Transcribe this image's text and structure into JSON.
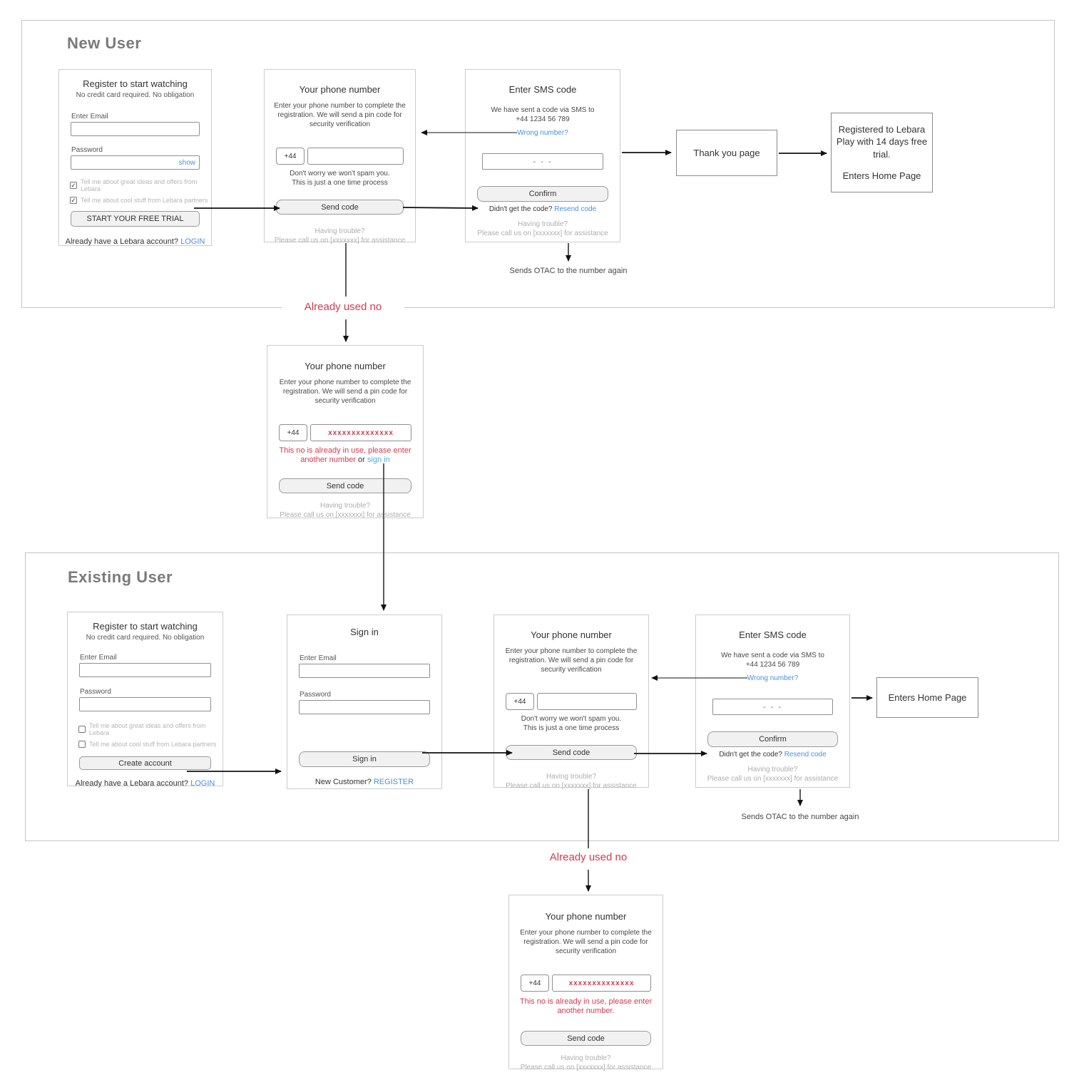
{
  "sections": {
    "new_user": {
      "title": "New User"
    },
    "existing_user": {
      "title": "Existing User"
    }
  },
  "labels": {
    "already_used": "Already used no",
    "sends_otac": "Sends OTAC to the number again"
  },
  "colors": {
    "link_blue": "#4a90e2",
    "link_blue_light": "#50a8e6",
    "error_red": "#d6384f",
    "heading_gray": "#7a7a7a"
  },
  "register_card": {
    "title": "Register to start watching",
    "subtitle": "No credit card required. No obligation",
    "email_label": "Enter Email",
    "password_label": "Password",
    "show_link": "show",
    "checkbox_offers": "Tell me about great ideas and offers from Lebara",
    "checkbox_partners": "Tell me about cool stuff from Lebara partners",
    "cta_new_user": "START YOUR FREE TRIAL",
    "cta_existing_user": "Create account",
    "login_prompt": "Already have a Lebara account?",
    "login_link": "LOGIN"
  },
  "signin_card": {
    "title": "Sign in",
    "email_label": "Enter Email",
    "password_label": "Password",
    "signin_button": "Sign in",
    "new_customer_prompt": "New Customer?",
    "register_link": "REGISTER"
  },
  "phone_card": {
    "title": "Your phone number",
    "description": "Enter your phone number to complete the registration. We will send a pin code for security verification",
    "prefix": "+44",
    "masked_value": "xxxxxxxxxxxxxx",
    "note_line1": "Don't worry we won't spam you.",
    "note_line2": "This is just a one time process",
    "send_button": "Send code",
    "error_text": "This no is already in use, please enter another number",
    "error_or": "or",
    "error_signin_link": "sign in",
    "error_text_full": "This no is already in use, please enter another number.",
    "help_line1": "Having trouble?",
    "help_line2": "Please call us on [xxxxxxx] for assistance"
  },
  "sms_card": {
    "title": "Enter SMS code",
    "sent_line1": "We have sent a code via SMS to",
    "sent_line2": "+44 1234 56 789",
    "wrong_number_link": "Wrong number?",
    "code_placeholder": "- - -",
    "confirm_button": "Confirm",
    "resend_prompt": "Didn't get the code?",
    "resend_link": "Resend code",
    "help_line1": "Having trouble?",
    "help_line2": "Please call us on [xxxxxxx] for assistance"
  },
  "flow_boxes": {
    "thank_you": "Thank you page",
    "registered_line1": "Registered to Lebara Play with 14 days free trial.",
    "registered_line2": "Enters Home Page",
    "enters_home": "Enters Home Page"
  }
}
